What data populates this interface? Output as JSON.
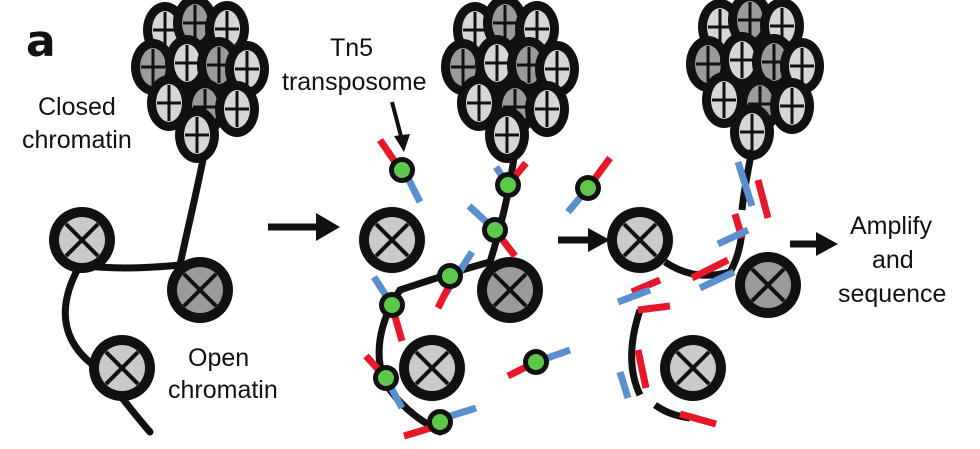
{
  "panel_letter": "a",
  "labels": {
    "closed_chromatin": [
      "Closed",
      "chromatin"
    ],
    "open_chromatin": [
      "Open",
      "chromatin"
    ],
    "tn5": [
      "Tn5",
      "transposome"
    ],
    "amplify": [
      "Amplify",
      "and",
      "sequence"
    ]
  },
  "colors": {
    "ink": "#111111",
    "nucleosome_fill": "#c9c9c9",
    "nucleosome_dark": "#9a9a9a",
    "tn5_green": "#5cc84a",
    "adapter_red": "#e8182a",
    "adapter_blue": "#5b8fd0"
  }
}
